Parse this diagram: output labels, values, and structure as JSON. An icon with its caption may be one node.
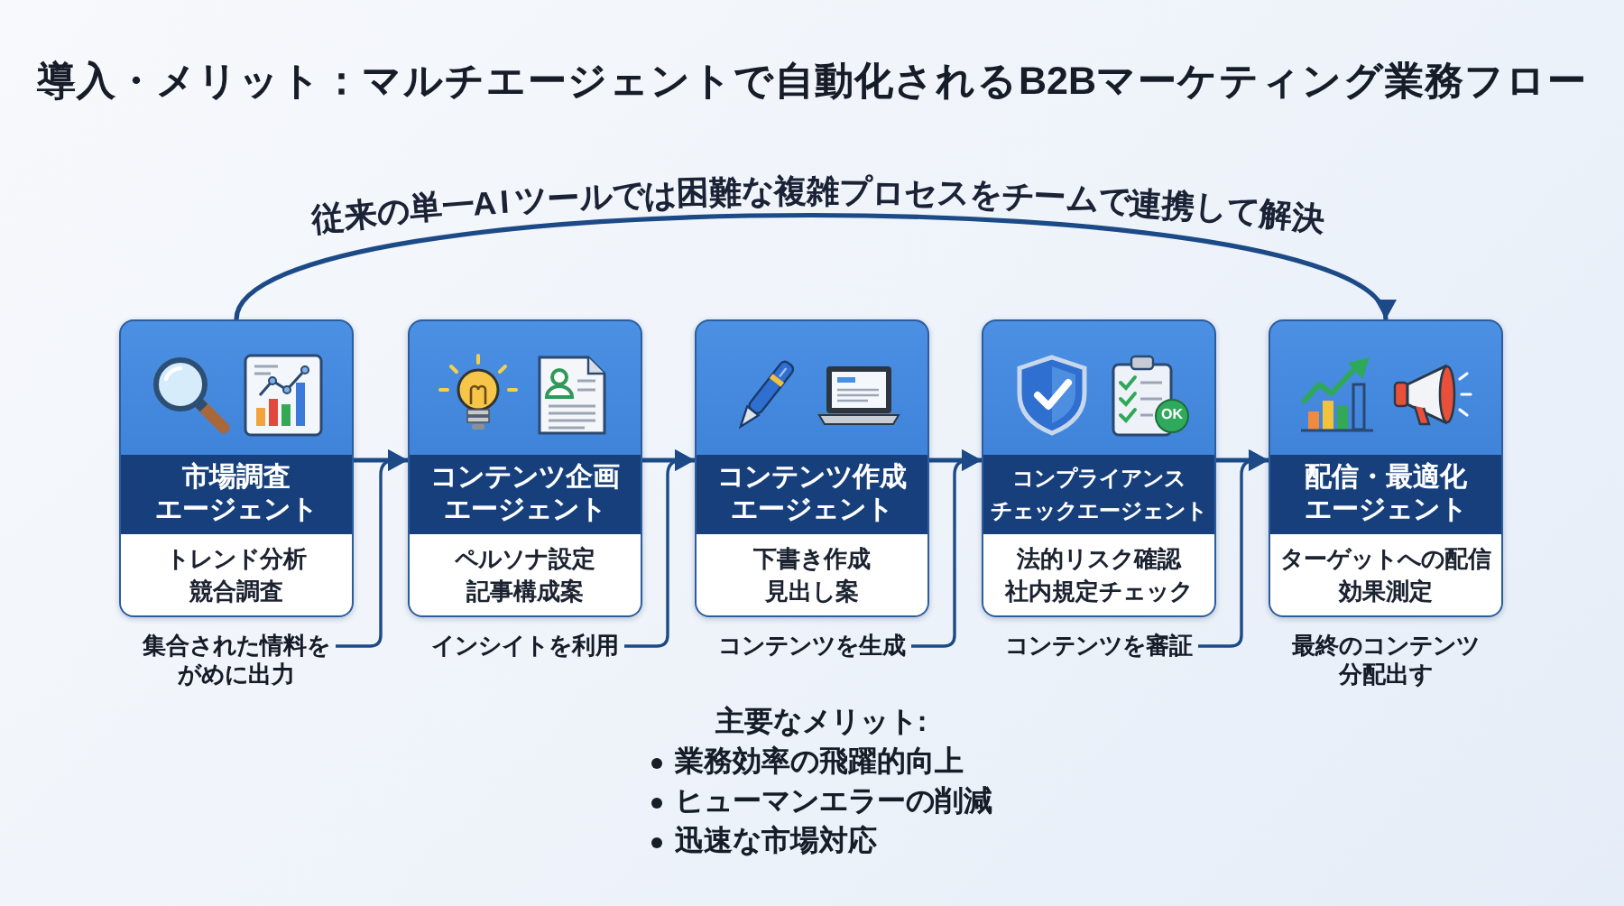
{
  "diagram": {
    "title": "導入・メリット：マルチエージェントで自動化されるB2Bマーケティング業務フロー",
    "nodes": [
      {
        "text": [
          "市場調査エージェント",
          "トレンド分析",
          "競合調査"
        ]
      },
      {
        "text": [
          "コンテンツ企画エージェント",
          "ペルソナ設定",
          "記事構成案"
        ]
      },
      {
        "text": [
          "コンテンツ作成エージェント",
          "下書き作成",
          "見出し案"
        ]
      },
      {
        "text": [
          "コンプライアンスチェックエージェント",
          "法的リスク確認",
          "社内規定チェック"
        ]
      },
      {
        "text": [
          "配信・最適化エージェント",
          "ターゲットへの配信",
          "効果測定"
        ],
        "beside": [
          "最終のコンテンツ分配出す"
        ]
      },
      {
        "text": [
          "集合された情料をがめに出力"
        ]
      },
      {
        "text": [
          "インシイトを利用"
        ]
      },
      {
        "text": [
          "コンテンツを生成"
        ]
      },
      {
        "text": [
          "コンテンツを審証"
        ]
      }
    ],
    "edges": [
      {
        "from": 0,
        "to": 4,
        "arrow": "to",
        "label": "従来の単一AIツールでは困難な複雑プロセスをチームで連携して解決"
      },
      {
        "from": 0,
        "to": 1,
        "arrow": "to"
      },
      {
        "from": 5,
        "to": 1,
        "arrow": "to"
      },
      {
        "from": 1,
        "to": 2,
        "arrow": "to"
      },
      {
        "from": 6,
        "to": 2,
        "arrow": "to"
      },
      {
        "from": 2,
        "to": 3,
        "arrow": "to"
      },
      {
        "from": 7,
        "to": 3,
        "arrow": "to"
      },
      {
        "from": 3,
        "to": 4,
        "arrow": "to"
      },
      {
        "from": 8,
        "to": 4,
        "arrow": "to"
      }
    ],
    "labels": [
      "OK",
      "主要なメリット:",
      "業務効率の飛躍的向上",
      "ヒューマンエラーの削減",
      "迅速な市場対応"
    ]
  }
}
